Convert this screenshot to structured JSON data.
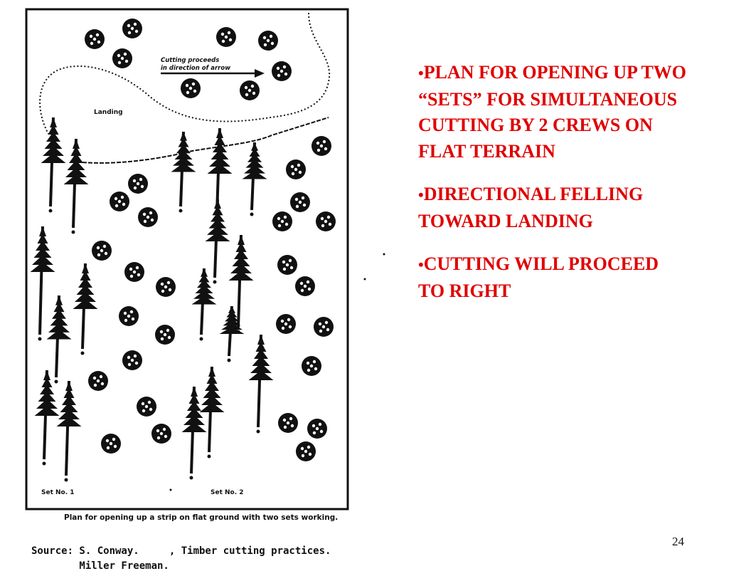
{
  "diagram": {
    "arrow_label": [
      "Cutting proceeds",
      "in direction of arrow"
    ],
    "landing_label": "Landing",
    "set1_label": "Set No. 1",
    "set2_label": "Set No. 2",
    "caption": "Plan for opening up a strip on flat ground with two sets working.",
    "source_line1": "Source: S. Conway.     , Timber cutting practices.",
    "source_line2": "        Miller Freeman."
  },
  "bullets": [
    "PLAN FOR OPENING UP TWO “SETS” FOR SIMULTANEOUS CUTTING BY 2 CREWS ON FLAT TERRAIN",
    "DIRECTIONAL FELLING TOWARD LANDING",
    "CUTTING WILL PROCEED TO RIGHT"
  ],
  "bullet_marker": "•",
  "bullet_color": "#e00000",
  "page_number": "24"
}
